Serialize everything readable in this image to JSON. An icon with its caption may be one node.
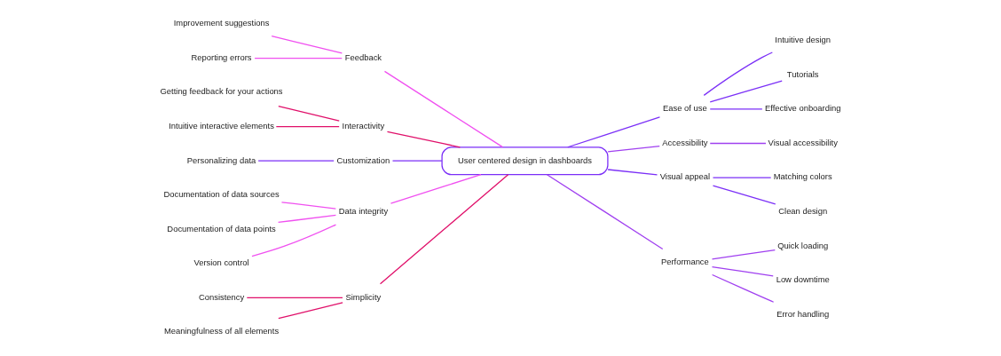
{
  "diagram": {
    "nodes": [
      {
        "text": [
          "User centered design in dashboards"
        ]
      },
      {
        "text": [
          "Feedback"
        ]
      },
      {
        "text": [
          "Improvement suggestions"
        ]
      },
      {
        "text": [
          "Reporting errors"
        ]
      },
      {
        "text": [
          "Interactivity"
        ]
      },
      {
        "text": [
          "Getting feedback for your actions"
        ]
      },
      {
        "text": [
          "Intuitive interactive elements"
        ]
      },
      {
        "text": [
          "Customization"
        ]
      },
      {
        "text": [
          "Personalizing data"
        ]
      },
      {
        "text": [
          "Data integrity"
        ]
      },
      {
        "text": [
          "Documentation of data sources"
        ]
      },
      {
        "text": [
          "Documentation of data points"
        ]
      },
      {
        "text": [
          "Version control"
        ]
      },
      {
        "text": [
          "Simplicity"
        ]
      },
      {
        "text": [
          "Consistency"
        ]
      },
      {
        "text": [
          "Meaningfulness of all elements"
        ]
      },
      {
        "text": [
          "Ease of use"
        ]
      },
      {
        "text": [
          "Intuitive design"
        ]
      },
      {
        "text": [
          "Tutorials"
        ]
      },
      {
        "text": [
          "Effective onboarding"
        ]
      },
      {
        "text": [
          "Accessibility"
        ]
      },
      {
        "text": [
          "Visual accessibility"
        ]
      },
      {
        "text": [
          "Visual appeal"
        ]
      },
      {
        "text": [
          "Matching colors"
        ]
      },
      {
        "text": [
          "Clean design"
        ]
      },
      {
        "text": [
          "Performance"
        ]
      },
      {
        "text": [
          "Quick loading"
        ]
      },
      {
        "text": [
          "Low downtime"
        ]
      },
      {
        "text": [
          "Error handling"
        ]
      }
    ],
    "edges": [
      {
        "from": 1,
        "to": 0,
        "arrow": "none",
        "color": "#f050f0"
      },
      {
        "from": 2,
        "to": 1,
        "arrow": "none",
        "color": "#f050f0"
      },
      {
        "from": 3,
        "to": 1,
        "arrow": "none",
        "color": "#f050f0"
      },
      {
        "from": 4,
        "to": 0,
        "arrow": "none",
        "color": "#e0106a"
      },
      {
        "from": 5,
        "to": 4,
        "arrow": "none",
        "color": "#e0106a"
      },
      {
        "from": 6,
        "to": 4,
        "arrow": "none",
        "color": "#e0106a"
      },
      {
        "from": 7,
        "to": 0,
        "arrow": "none"
      },
      {
        "from": 8,
        "to": 7,
        "arrow": "none"
      },
      {
        "from": 9,
        "to": 0,
        "arrow": "none",
        "color": "#f050f0"
      },
      {
        "from": 10,
        "to": 9,
        "arrow": "none",
        "color": "#f050f0"
      },
      {
        "from": 11,
        "to": 9,
        "arrow": "none",
        "color": "#f050f0"
      },
      {
        "from": 12,
        "to": 9,
        "arrow": "none",
        "color": "#f050f0"
      },
      {
        "from": 13,
        "to": 0,
        "arrow": "none",
        "color": "#e0106a"
      },
      {
        "from": 14,
        "to": 13,
        "arrow": "none",
        "color": "#e0106a"
      },
      {
        "from": 15,
        "to": 13,
        "arrow": "none",
        "color": "#e0106a"
      },
      {
        "from": 0,
        "to": 16,
        "arrow": "none"
      },
      {
        "from": 16,
        "to": 17,
        "arrow": "none"
      },
      {
        "from": 16,
        "to": 18,
        "arrow": "none"
      },
      {
        "from": 16,
        "to": 19,
        "arrow": "none"
      },
      {
        "from": 0,
        "to": 20,
        "arrow": "none",
        "color": "#a040f0"
      },
      {
        "from": 20,
        "to": 21,
        "arrow": "none",
        "color": "#a040f0"
      },
      {
        "from": 0,
        "to": 22,
        "arrow": "none"
      },
      {
        "from": 22,
        "to": 23,
        "arrow": "none"
      },
      {
        "from": 22,
        "to": 24,
        "arrow": "none"
      },
      {
        "from": 0,
        "to": 25,
        "arrow": "none",
        "color": "#a040f0"
      },
      {
        "from": 25,
        "to": 26,
        "arrow": "none",
        "color": "#a040f0"
      },
      {
        "from": 25,
        "to": 27,
        "arrow": "none",
        "color": "#a040f0"
      },
      {
        "from": 25,
        "to": 28,
        "arrow": "none",
        "color": "#a040f0"
      }
    ]
  }
}
